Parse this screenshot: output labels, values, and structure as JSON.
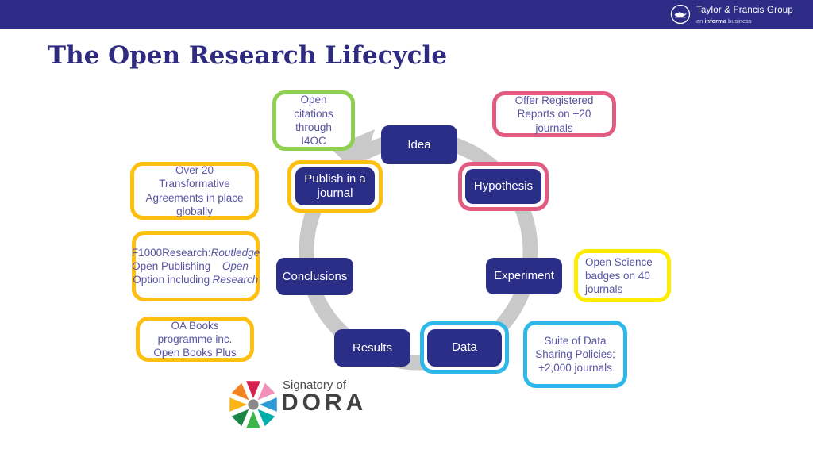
{
  "header": {
    "logo_name": "Taylor & Francis Group",
    "tagline_prefix": "an ",
    "tagline_bold": "informa",
    "tagline_suffix": " business"
  },
  "title": "The Open Research Lifecycle",
  "cycle": {
    "nodes": {
      "idea": "Idea",
      "hypothesis": "Hypothesis",
      "experiment": "Experiment",
      "data": "Data",
      "results": "Results",
      "conclusions": "Conclusions",
      "publish": "Publish in a\njournal"
    }
  },
  "callouts": {
    "open_citations": "Open\ncitations\nthrough\nI4OC",
    "registered_reports": "Offer Registered\nReports on +20\njournals",
    "transformative": "Over 20\nTransformative\nAgreements in place\nglobally",
    "f1000_text": "F1000Research:\nOpen Publishing\nOption including\n",
    "f1000_italic": "Routledge Open\nResearch",
    "oa_books": "OA Books\nprogramme inc.\nOpen Books Plus",
    "open_science": "Open Science\nbadges on 40\njournals",
    "data_sharing": "Suite of Data\nSharing Policies;\n+2,000 journals"
  },
  "dora": {
    "signatory": "Signatory of",
    "name": "DORA"
  },
  "colors": {
    "header_navy": "#2d2c87",
    "node_navy": "#2b2e86",
    "callout_text_purple": "#5a55a4",
    "green": "#8fd050",
    "amber": "#fdc010",
    "bright_yellow": "#ffed00",
    "pink": "#e15c80",
    "cyan": "#2eb7e9",
    "ring_gray": "#c9c9c9"
  }
}
